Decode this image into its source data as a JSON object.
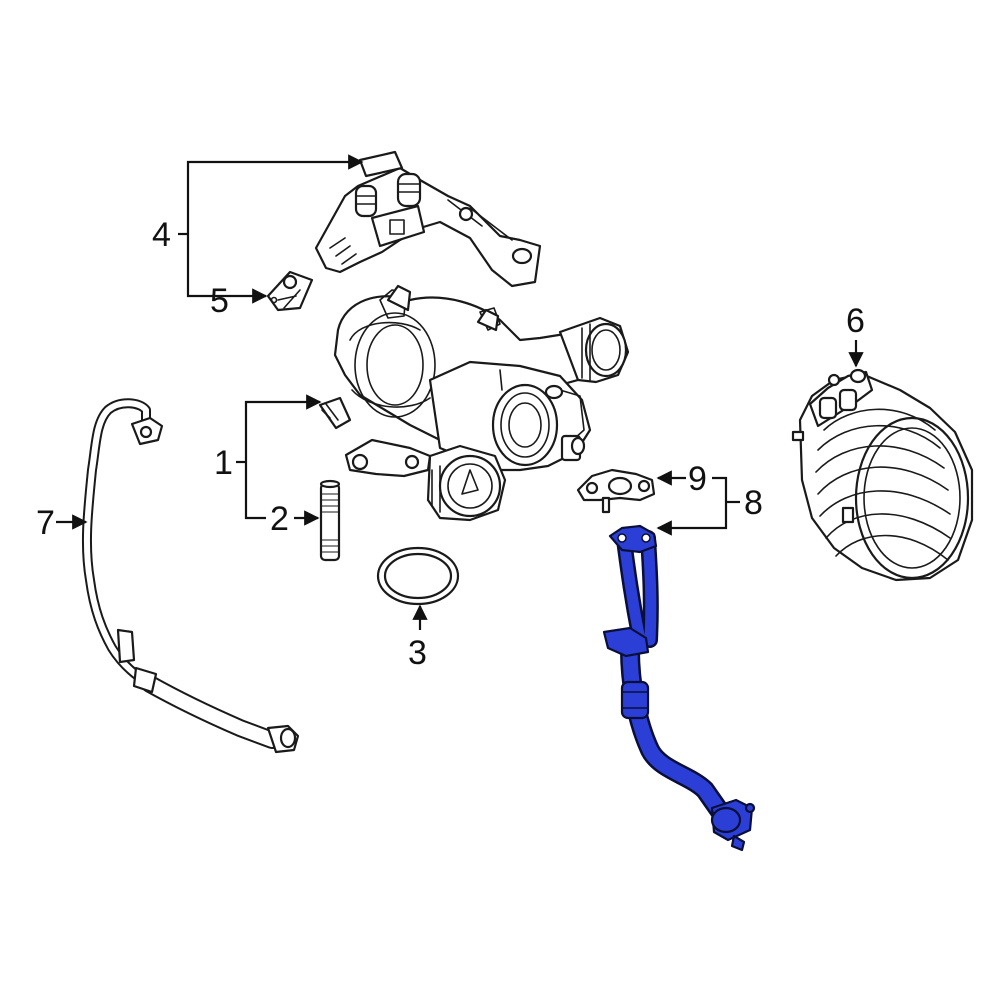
{
  "diagram": {
    "highlight_color": "#2b3fd6",
    "line_color": "#1a1a1a",
    "background": "#ffffff",
    "callouts": [
      {
        "id": "c1",
        "label": "1"
      },
      {
        "id": "c2",
        "label": "2"
      },
      {
        "id": "c3",
        "label": "3"
      },
      {
        "id": "c4",
        "label": "4"
      },
      {
        "id": "c5",
        "label": "5"
      },
      {
        "id": "c6",
        "label": "6"
      },
      {
        "id": "c7",
        "label": "7"
      },
      {
        "id": "c8",
        "label": "8"
      },
      {
        "id": "c9",
        "label": "9"
      }
    ],
    "parts": [
      {
        "name": "turbocharger",
        "highlighted": false
      },
      {
        "name": "stud",
        "highlighted": false
      },
      {
        "name": "gasket-ring",
        "highlighted": false
      },
      {
        "name": "heat-shield-bracket",
        "highlighted": false
      },
      {
        "name": "clip",
        "highlighted": false
      },
      {
        "name": "intake-duct",
        "highlighted": false
      },
      {
        "name": "oil-feed-line",
        "highlighted": false
      },
      {
        "name": "oil-return-line",
        "highlighted": true
      },
      {
        "name": "flange-gasket",
        "highlighted": false
      }
    ]
  }
}
